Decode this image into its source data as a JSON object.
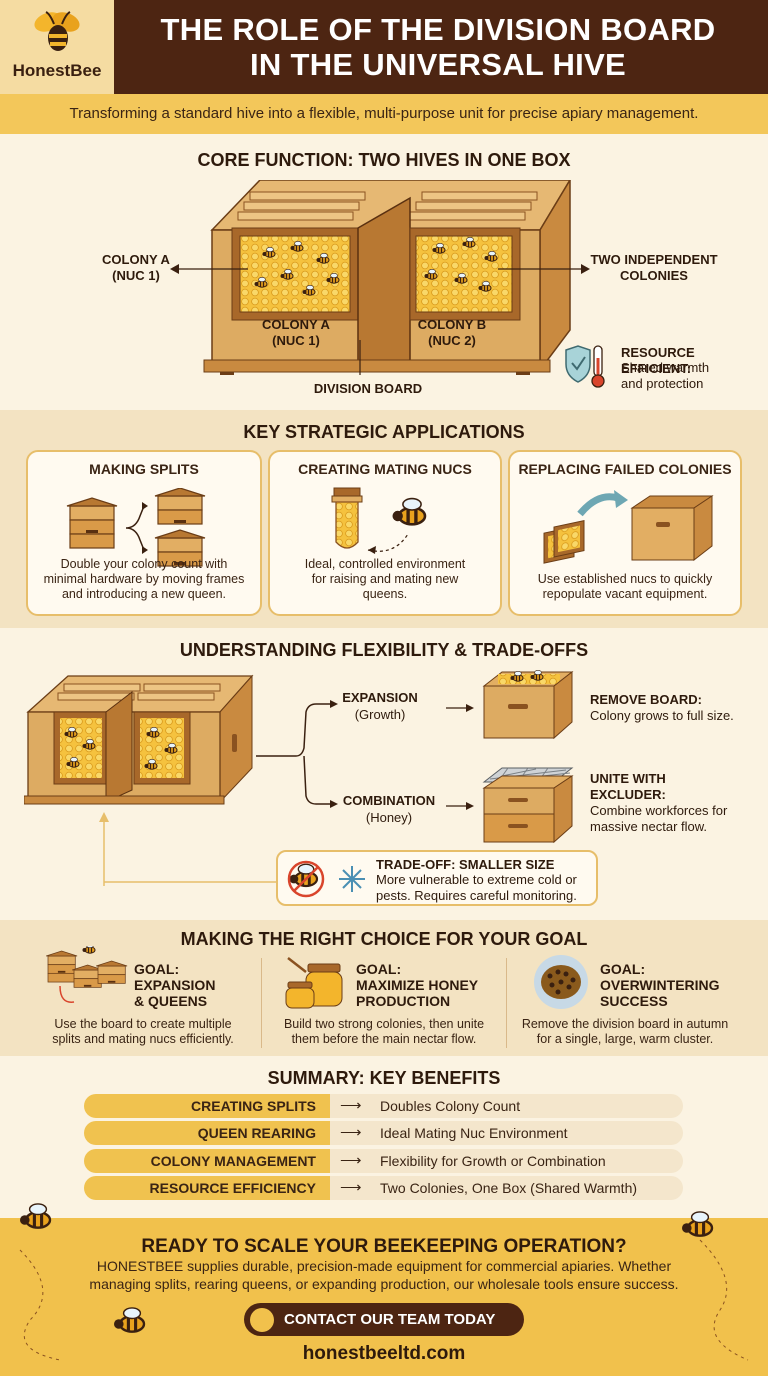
{
  "header": {
    "brand": "HonestBee",
    "title_line1": "THE ROLE OF THE DIVISION BOARD",
    "title_line2": "IN THE UNIVERSAL HIVE",
    "subtitle": "Transforming a standard hive into a flexible, multi-purpose unit for precise apiary management."
  },
  "core": {
    "title": "CORE FUNCTION: TWO HIVES IN ONE BOX",
    "colony_a_outer_1": "COLONY A",
    "colony_a_outer_2": "(NUC 1)",
    "colony_a_inner_1": "COLONY A",
    "colony_a_inner_2": "(NUC 1)",
    "colony_b_inner_1": "COLONY B",
    "colony_b_inner_2": "(NUC 2)",
    "independent_1": "TWO INDEPENDENT",
    "independent_2": "COLONIES",
    "division_board": "DIVISION BOARD",
    "resource_title": "RESOURCE EFFICIENT:",
    "resource_line1": "Shared warmth",
    "resource_line2": "and protection"
  },
  "applications": {
    "title": "KEY STRATEGIC APPLICATIONS",
    "cards": [
      {
        "title": "MAKING SPLITS",
        "desc_1": "Double your colony count with",
        "desc_2": "minimal hardware by moving frames",
        "desc_3": "and introducing a new queen."
      },
      {
        "title": "CREATING MATING NUCS",
        "desc_1": "Ideal, controlled environment",
        "desc_2": "for raising and mating new",
        "desc_3": "queens."
      },
      {
        "title": "REPLACING FAILED COLONIES",
        "desc_1": "Use established nucs to quickly",
        "desc_2": "repopulate vacant equipment.",
        "desc_3": ""
      }
    ]
  },
  "flexibility": {
    "title": "UNDERSTANDING FLEXIBILITY & TRADE-OFFS",
    "expansion": "EXPANSION",
    "expansion_sub": "(Growth)",
    "combination": "COMBINATION",
    "combination_sub": "(Honey)",
    "remove_title": "REMOVE BOARD:",
    "remove_desc": "Colony grows to full size.",
    "unite_title_1": "UNITE WITH",
    "unite_title_2": "EXCLUDER:",
    "unite_desc_1": "Combine workforces for",
    "unite_desc_2": "massive nectar flow.",
    "tradeoff_title": "TRADE-OFF: SMALLER SIZE",
    "tradeoff_desc_1": "More vulnerable to extreme cold or",
    "tradeoff_desc_2": "pests. Requires careful monitoring."
  },
  "choice": {
    "title": "MAKING THE RIGHT CHOICE FOR YOUR GOAL",
    "goals": [
      {
        "head_1": "GOAL:",
        "head_2": "EXPANSION",
        "head_3": "& QUEENS",
        "desc_1": "Use the board to create multiple",
        "desc_2": "splits and mating nucs efficiently."
      },
      {
        "head_1": "GOAL:",
        "head_2": "MAXIMIZE HONEY",
        "head_3": "PRODUCTION",
        "desc_1": "Build two strong colonies, then unite",
        "desc_2": "them before the main nectar flow."
      },
      {
        "head_1": "GOAL:",
        "head_2": "OVERWINTERING",
        "head_3": "SUCCESS",
        "desc_1": "Remove the division board in autumn",
        "desc_2": "for a single, large, warm cluster."
      }
    ]
  },
  "summary": {
    "title": "SUMMARY: KEY BENEFITS",
    "arrow": "⟶",
    "rows": [
      {
        "label": "CREATING SPLITS",
        "value": "Doubles Colony Count"
      },
      {
        "label": "QUEEN REARING",
        "value": "Ideal Mating Nuc Environment"
      },
      {
        "label": "COLONY MANAGEMENT",
        "value": "Flexibility for Growth or Combination"
      },
      {
        "label": "RESOURCE EFFICIENCY",
        "value": "Two Colonies, One Box (Shared Warmth)"
      }
    ]
  },
  "cta": {
    "title": "READY TO SCALE YOUR BEEKEEPING OPERATION?",
    "text_1": "HONESTBEE supplies durable, precision-made equipment for commercial apiaries. Whether",
    "text_2": "managing splits, rearing queens, or expanding production, our wholesale tools ensure success.",
    "button": "CONTACT OUR TEAM TODAY",
    "website": "honestbeeltd.com"
  },
  "colors": {
    "header": "#4d2512",
    "accent": "#f1c14c",
    "wood": "#d9a35a",
    "honey": "#f3b52c",
    "cream": "#fbf3e2"
  }
}
